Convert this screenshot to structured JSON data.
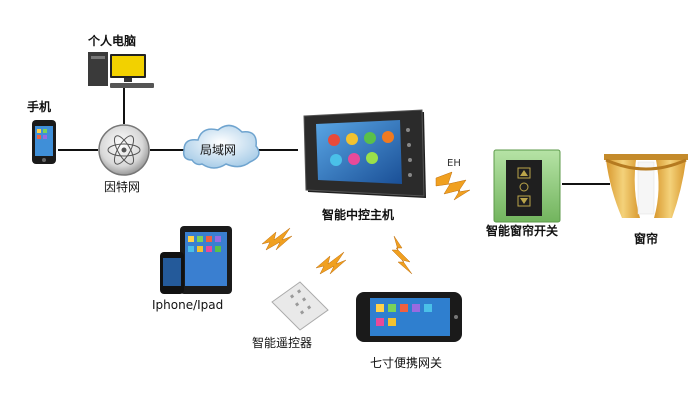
{
  "nodes": {
    "pc": "个人电脑",
    "phone": "手机",
    "internet": "因特网",
    "lan": "局域网",
    "host": "智能中控主机",
    "eh": "EH",
    "curtain_switch": "智能窗帘开关",
    "curtain": "窗帘",
    "iphone_ipad": "Iphone/Ipad",
    "remote": "智能遥控器",
    "portable_gateway": "七寸便携网关"
  },
  "colors": {
    "line": "#111111",
    "wireless": "#f0a020",
    "switch_frame": "#8fd07a",
    "curtain": "#e8b64a",
    "host_screen": "#2a79c8"
  },
  "icons": [
    "desktop-pc-icon",
    "smartphone-icon",
    "internet-globe-icon",
    "lan-cloud-icon",
    "control-host-icon",
    "curtain-switch-icon",
    "curtain-icon",
    "ipad-icon",
    "remote-control-icon",
    "tablet-gateway-icon",
    "wireless-signal-icon"
  ]
}
